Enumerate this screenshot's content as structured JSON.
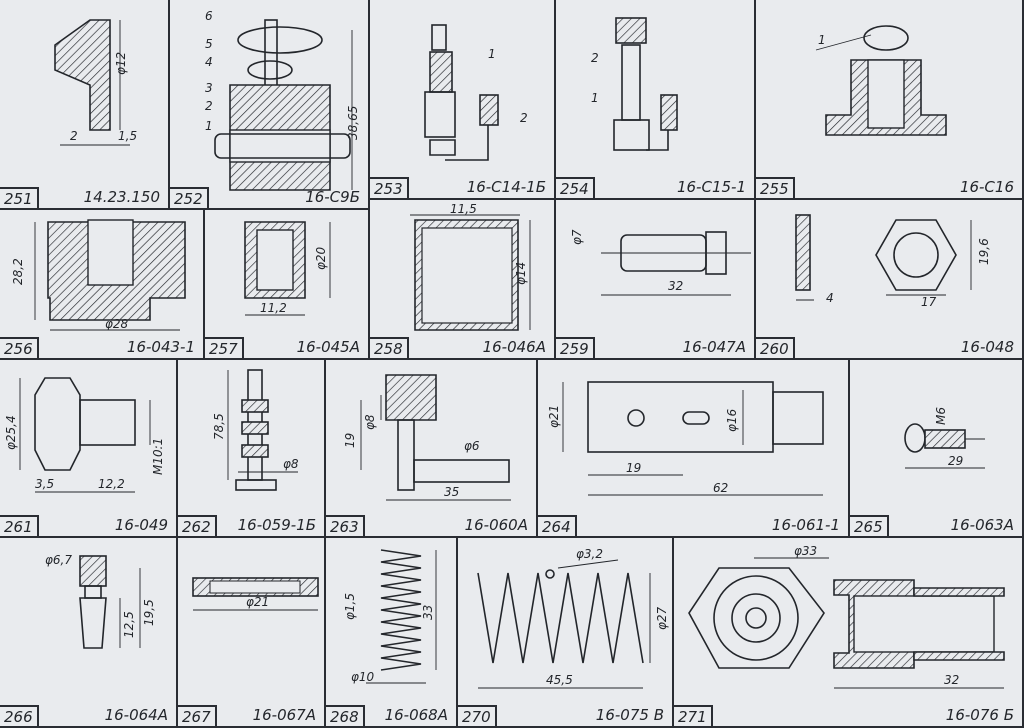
{
  "cells": [
    {
      "id": "251",
      "code": "14.23.150",
      "dims": [
        "φ12",
        "2",
        "1,5"
      ]
    },
    {
      "id": "252",
      "code": "16-С9Б",
      "dims": [
        "38,65"
      ],
      "callouts": [
        "6",
        "5",
        "4",
        "3",
        "2",
        "1"
      ]
    },
    {
      "id": "253",
      "code": "16-С14-1Б",
      "callouts": [
        "1",
        "2"
      ]
    },
    {
      "id": "254",
      "code": "16-С15-1",
      "callouts": [
        "2",
        "1"
      ]
    },
    {
      "id": "255",
      "code": "16-С16",
      "callouts": [
        "1"
      ]
    },
    {
      "id": "256",
      "code": "16-043-1",
      "dims": [
        "28,2",
        "φ28"
      ]
    },
    {
      "id": "257",
      "code": "16-045А",
      "dims": [
        "φ20",
        "11,2"
      ]
    },
    {
      "id": "258",
      "code": "16-046А",
      "dims": [
        "11,5",
        "φ14"
      ]
    },
    {
      "id": "259",
      "code": "16-047А",
      "dims": [
        "φ7",
        "32"
      ]
    },
    {
      "id": "260",
      "code": "16-048",
      "dims": [
        "4",
        "19,6",
        "17"
      ]
    },
    {
      "id": "261",
      "code": "16-049",
      "dims": [
        "φ25,4",
        "3,5",
        "12,2",
        "M10:1"
      ]
    },
    {
      "id": "262",
      "code": "16-059-1Б",
      "dims": [
        "78,5",
        "φ8"
      ]
    },
    {
      "id": "263",
      "code": "16-060А",
      "dims": [
        "19",
        "φ8",
        "φ6",
        "35"
      ]
    },
    {
      "id": "264",
      "code": "16-061-1",
      "dims": [
        "φ21",
        "φ16",
        "19",
        "62"
      ]
    },
    {
      "id": "265",
      "code": "16-063А",
      "dims": [
        "M6",
        "29"
      ]
    },
    {
      "id": "266",
      "code": "16-064А",
      "dims": [
        "φ6,7",
        "12,5",
        "19,5"
      ]
    },
    {
      "id": "267",
      "code": "16-067А",
      "dims": [
        "φ21"
      ]
    },
    {
      "id": "268",
      "code": "16-068А",
      "dims": [
        "φ1,5",
        "33",
        "φ10"
      ]
    },
    {
      "id": "270",
      "code": "16-075 В",
      "dims": [
        "φ3,2",
        "φ27",
        "45,5"
      ]
    },
    {
      "id": "271",
      "code": "16-076 Б",
      "dims": [
        "φ33",
        "32"
      ]
    }
  ]
}
